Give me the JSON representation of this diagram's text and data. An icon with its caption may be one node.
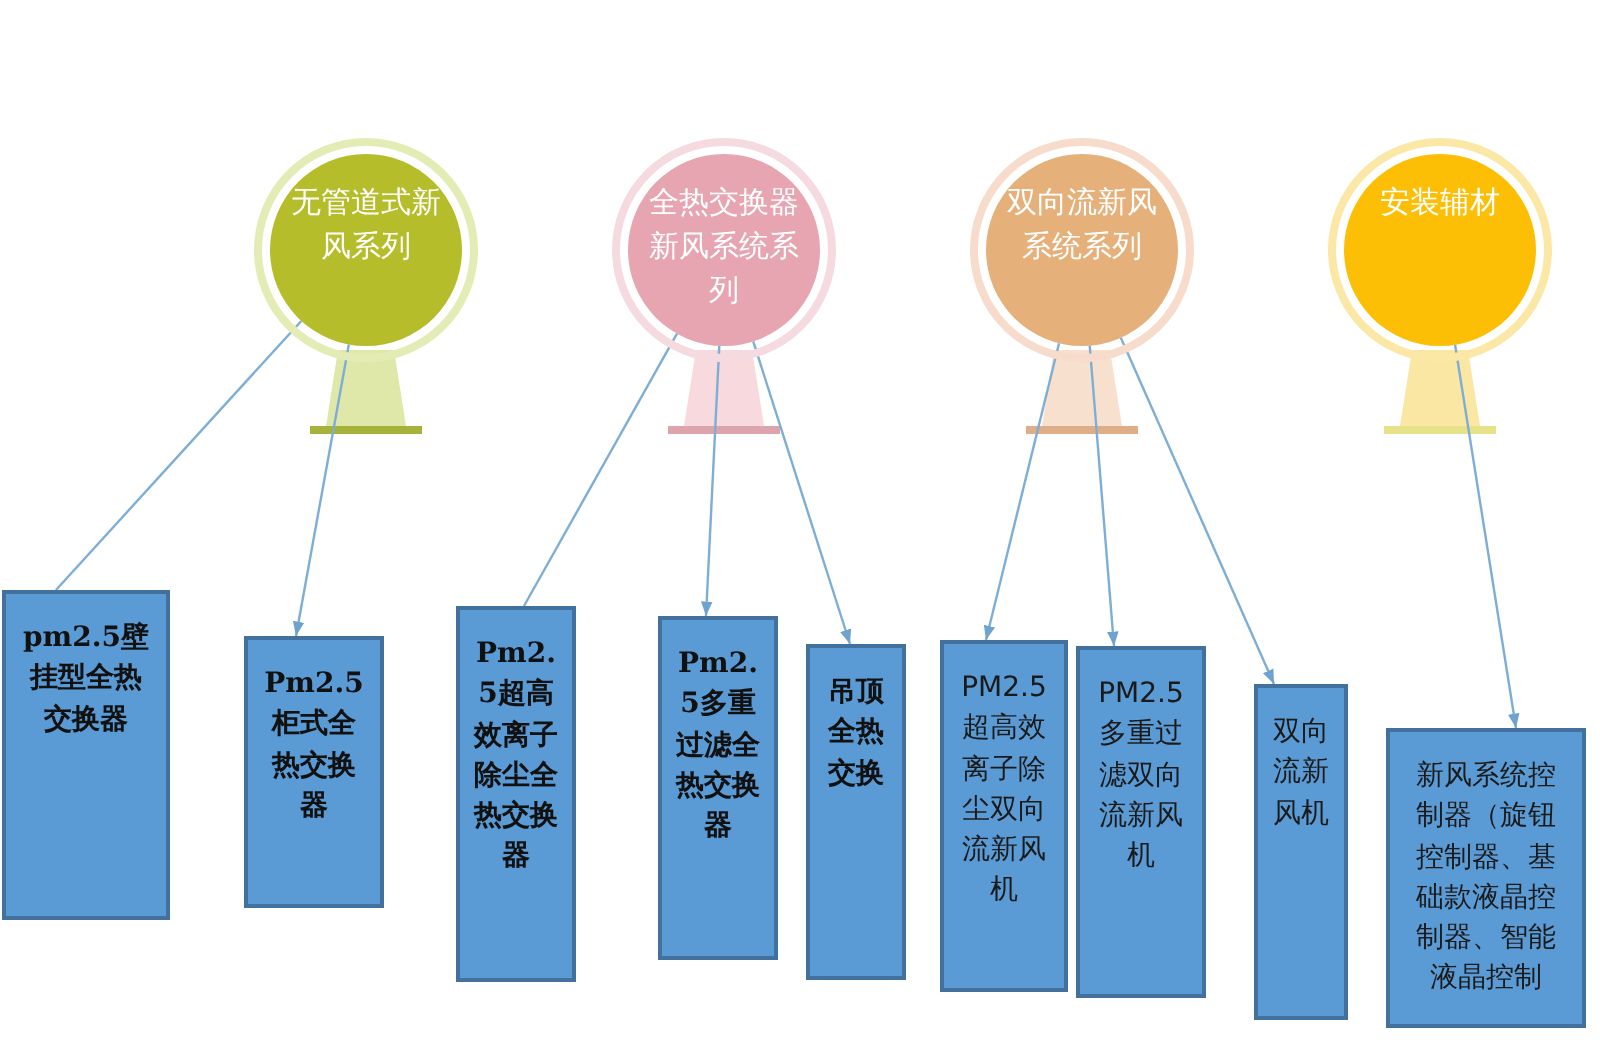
{
  "diagram": {
    "nodes": [
      {
        "text": [
          "无管道式新风系列"
        ]
      },
      {
        "text": [
          "全热交换器新风系统系列"
        ]
      },
      {
        "text": [
          "双向流新风系统系列"
        ]
      },
      {
        "text": [
          "安装辅材"
        ]
      },
      {
        "text": [
          "pm2.5壁挂型全热交换器"
        ]
      },
      {
        "text": [
          "Pm2.5柜式全热交换器"
        ]
      },
      {
        "text": [
          "Pm2.5超高效离子除尘全热交换器"
        ]
      },
      {
        "text": [
          "Pm2.5多重过滤全热交换器"
        ]
      },
      {
        "text": [
          "吊顶全热交换"
        ]
      },
      {
        "text": [
          "PM2.5超高效离子除尘双向流新风机"
        ]
      },
      {
        "text": [
          "PM2.5多重过滤双向流新风机"
        ]
      },
      {
        "text": [
          "双向流新风机"
        ]
      },
      {
        "text": [
          "新风系统控制器（旋钮控制器、基础款液晶控制器、智能液晶控制"
        ]
      }
    ],
    "edges": [
      {
        "from": 0,
        "to": 4,
        "arrow": "none"
      },
      {
        "from": 0,
        "to": 5,
        "arrow": "to"
      },
      {
        "from": 1,
        "to": 6,
        "arrow": "none"
      },
      {
        "from": 1,
        "to": 7,
        "arrow": "to"
      },
      {
        "from": 1,
        "to": 8,
        "arrow": "to"
      },
      {
        "from": 2,
        "to": 9,
        "arrow": "to"
      },
      {
        "from": 2,
        "to": 10,
        "arrow": "to"
      },
      {
        "from": 2,
        "to": 11,
        "arrow": "to"
      },
      {
        "from": 3,
        "to": 12,
        "arrow": "to"
      }
    ]
  }
}
